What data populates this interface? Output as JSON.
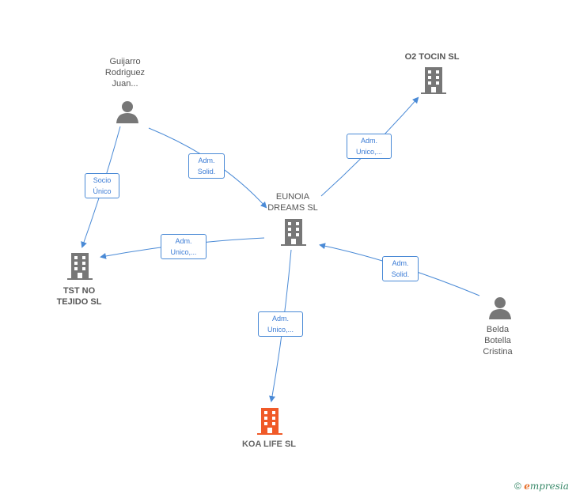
{
  "nodes": {
    "guijarro": {
      "label": "Guijarro\nRodriguez\nJuan..."
    },
    "o2tocin": {
      "label": "O2 TOCIN  SL"
    },
    "eunoia": {
      "label": "EUNOIA\nDREAMS  SL"
    },
    "tstno": {
      "label": "TST NO\nTEJIDO SL"
    },
    "belda": {
      "label": "Belda\nBotella\nCristina"
    },
    "koalife": {
      "label": "KOA LIFE  SL"
    }
  },
  "edges": {
    "guijarro_tst": {
      "label": "Socio\nÚnico"
    },
    "guijarro_eunoia": {
      "label": "Adm.\nSolid."
    },
    "eunoia_o2": {
      "label": "Adm.\nUnico,..."
    },
    "eunoia_tst": {
      "label": "Adm.\nUnico,..."
    },
    "belda_eunoia": {
      "label": "Adm.\nSolid."
    },
    "eunoia_koa": {
      "label": "Adm.\nUnico,..."
    }
  },
  "footer": {
    "copyright": "©",
    "brand_first": "e",
    "brand_rest": "mpresia"
  },
  "colors": {
    "edge": "#4a8ad6",
    "building": "#777777",
    "building_main": "#f05a28",
    "person": "#777777"
  }
}
